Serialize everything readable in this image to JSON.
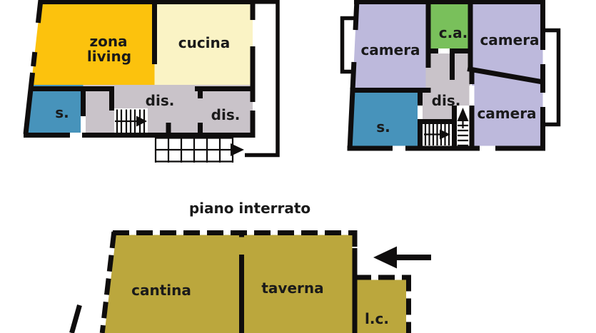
{
  "colors": {
    "wall": "#0f0d0d",
    "text": "#1a1a1a",
    "living_area": "#fcc20d",
    "kitchen": "#faf3c5",
    "hallway": "#c9c3c9",
    "bathroom": "#4793bb",
    "bedroom": "#bdb9dc",
    "wardrobe": "#79c05b",
    "basement_room": "#bba73d",
    "background": "#ffffff"
  },
  "floors": [
    {
      "name": "ground-floor",
      "rooms": [
        {
          "label_line1": "zona",
          "label_line2": "living"
        },
        {
          "label": "cucina"
        },
        {
          "label": "dis."
        },
        {
          "label": "dis."
        },
        {
          "label": "s."
        }
      ]
    },
    {
      "name": "first-floor",
      "rooms": [
        {
          "label": "camera"
        },
        {
          "label": "c.a."
        },
        {
          "label": "camera"
        },
        {
          "label": "camera"
        },
        {
          "label": "dis."
        },
        {
          "label": "s."
        }
      ]
    },
    {
      "name": "basement",
      "title": "piano interrato",
      "rooms": [
        {
          "label": "cantina"
        },
        {
          "label": "taverna"
        },
        {
          "label": "l.c."
        }
      ]
    }
  ]
}
